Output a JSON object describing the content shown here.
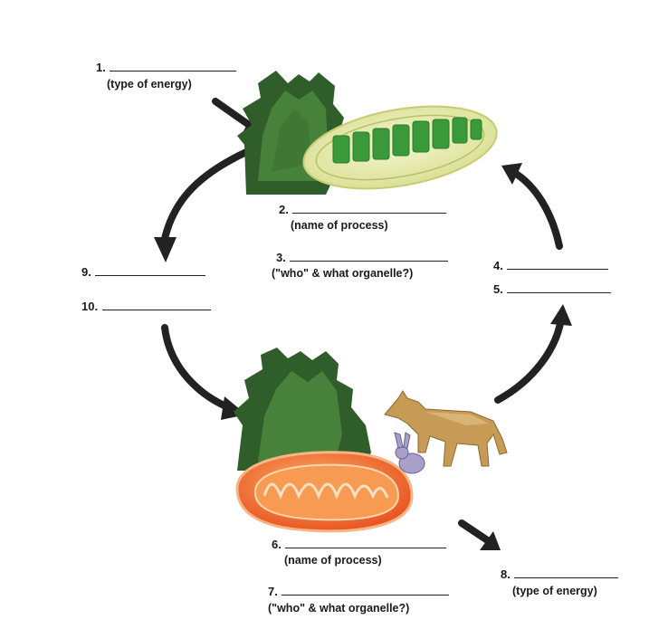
{
  "labels": {
    "l1": {
      "number": "1.",
      "hint": "(type of energy)"
    },
    "l2": {
      "number": "2.",
      "hint": "(name of process)"
    },
    "l3": {
      "number": "3.",
      "hint": "(\"who\" & what organelle?)"
    },
    "l4": {
      "number": "4."
    },
    "l5": {
      "number": "5."
    },
    "l6": {
      "number": "6.",
      "hint": "(name of process)"
    },
    "l7": {
      "number": "7.",
      "hint": "(\"who\" & what organelle?)"
    },
    "l8": {
      "number": "8.",
      "hint": "(type of energy)"
    },
    "l9": {
      "number": "9."
    },
    "l10": {
      "number": "10."
    }
  },
  "colors": {
    "arrow": "#222222",
    "tree_dark": "#2f5e2a",
    "tree_light": "#4f8a3f",
    "chloroplast_outer": "#e9ecb3",
    "chloroplast_inner": "#3a9a3a",
    "mitochondrion_outer": "#f06a2a",
    "mitochondrion_inner": "#f7a14a",
    "fox": "#c79a55",
    "rabbit": "#a8a0c8"
  },
  "icons": [
    "energy-arrow",
    "tree-cluster-top",
    "chloroplast",
    "tree-cluster-bottom",
    "mitochondrion",
    "coyote",
    "rabbit"
  ]
}
